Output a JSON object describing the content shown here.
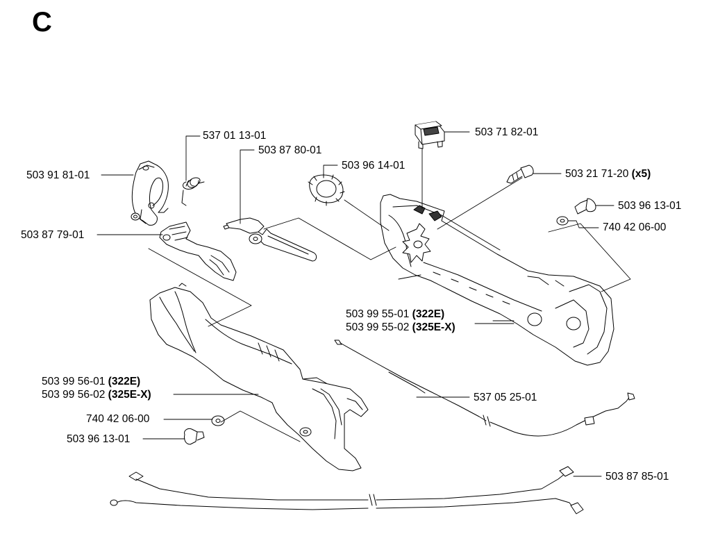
{
  "page": {
    "section_letter": "C"
  },
  "callouts": [
    {
      "id": "drive-switch",
      "part": "503 71 82-01",
      "note": ""
    },
    {
      "id": "top-latch",
      "part": "537 01 13-01",
      "note": ""
    },
    {
      "id": "throttle-lever",
      "part": "503 87 80-01",
      "note": ""
    },
    {
      "id": "cable-guide-ring",
      "part": "503 96 14-01",
      "note": ""
    },
    {
      "id": "clamp",
      "part": "503 91 81-01",
      "note": ""
    },
    {
      "id": "handle-screw",
      "part": "503 21 71-20",
      "note": "(x5)"
    },
    {
      "id": "right-screw",
      "part": "503 96 13-01",
      "note": ""
    },
    {
      "id": "right-washer",
      "part": "740 42 06-00",
      "note": ""
    },
    {
      "id": "throttle-trigger",
      "part": "503 87 79-01",
      "note": ""
    },
    {
      "id": "handle-half-322",
      "part": "503 99 55-01",
      "note": "(322E)"
    },
    {
      "id": "handle-half-325",
      "part": "503 99 55-02",
      "note": "(325E-X)"
    },
    {
      "id": "handle-lower-322",
      "part": "503 99 56-01",
      "note": "(322E)"
    },
    {
      "id": "handle-lower-325",
      "part": "503 99 56-02",
      "note": "(325E-X)"
    },
    {
      "id": "throttle-cable",
      "part": "537 05 25-01",
      "note": ""
    },
    {
      "id": "left-washer",
      "part": "740 42 06-00",
      "note": ""
    },
    {
      "id": "left-screw",
      "part": "503 96 13-01",
      "note": ""
    },
    {
      "id": "wire-harness",
      "part": "503 87 85-01",
      "note": ""
    }
  ]
}
